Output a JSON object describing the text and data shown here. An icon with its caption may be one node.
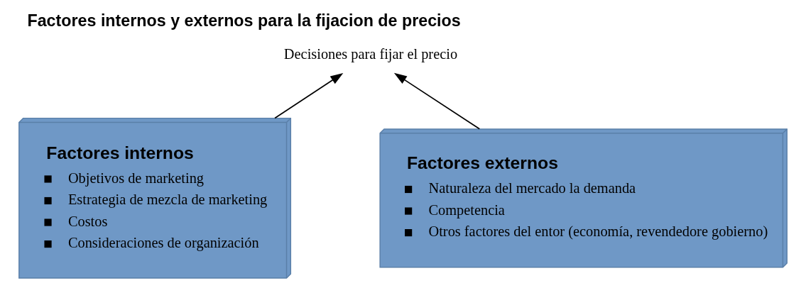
{
  "diagram": {
    "title": "Factores internos y externos para la fijacion de precios",
    "nodes": [
      {
        "text": [
          "Factores internos",
          "Objetivos de marketing",
          "Estrategia de mezcla de marketing",
          "Costos",
          "Consideraciones de organización"
        ]
      },
      {
        "text": [
          "Decisiones para fijar el precio"
        ]
      },
      {
        "text": [
          "Factores externos",
          "Naturaleza del mercado la demanda",
          "Competencia",
          "Otros factores del entor (economía, revendedore gobierno)"
        ]
      }
    ],
    "edges": [
      {
        "from": 0,
        "to": 1,
        "arrow": "to"
      },
      {
        "from": 2,
        "to": 1,
        "arrow": "to"
      }
    ]
  }
}
